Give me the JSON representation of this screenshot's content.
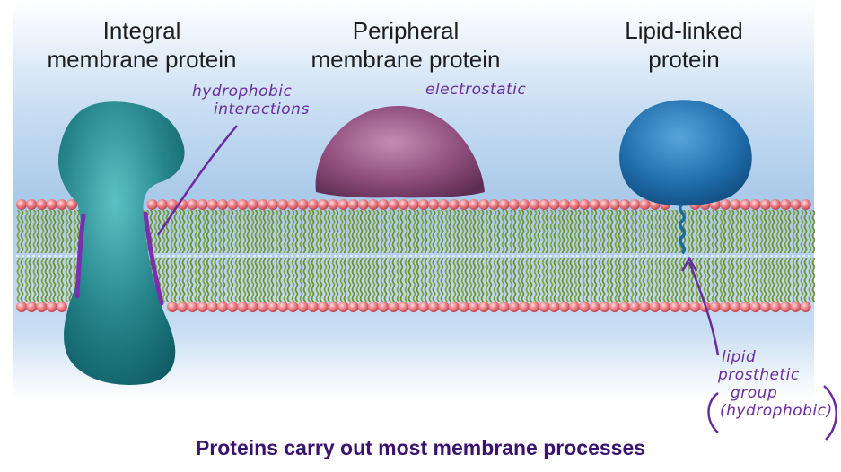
{
  "labels": {
    "integral": [
      "Integral",
      "membrane protein"
    ],
    "peripheral": [
      "Peripheral",
      "membrane protein"
    ],
    "lipid_linked": [
      "Lipid-linked",
      "protein"
    ]
  },
  "annotations": {
    "hydrophobic_interactions": [
      "hydrophobic",
      "interactions"
    ],
    "electrostatic": "electrostatic",
    "lipid_group": [
      "lipid",
      "prosthetic",
      "group",
      "(hydrophobic)"
    ]
  },
  "caption": "Proteins carry out most membrane processes",
  "colors": {
    "integral_protein": "#1f7f86",
    "peripheral_protein": "#8e4d7c",
    "lipid_linked_protein": "#1d6aa6",
    "lipid_head": "#e8747c",
    "lipid_tail": "#7ea23a",
    "annotation_ink": "#6a2b9e",
    "caption": "#3a1370"
  }
}
